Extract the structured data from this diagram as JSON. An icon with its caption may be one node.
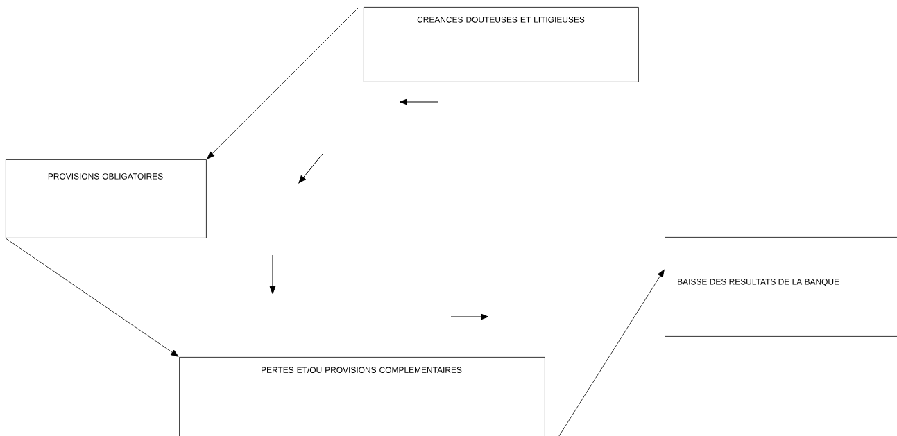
{
  "diagram": {
    "nodes": [
      {
        "text": [
          "CREANCES DOUTEUSES ET LITIGIEUSES"
        ]
      },
      {
        "text": [
          "PROVISIONS OBLIGATOIRES"
        ]
      },
      {
        "text": [
          "PERTES ET/OU PROVISIONS COMPLEMENTAIRES"
        ]
      },
      {
        "text": [
          "BAISSE DES RESULTATS DE LA BANQUE"
        ]
      }
    ],
    "edges": [
      {
        "from": 0,
        "to": 1,
        "arrow": "to"
      },
      {
        "from": 1,
        "to": 2,
        "arrow": "to"
      },
      {
        "from": 2,
        "to": 3,
        "arrow": "to"
      }
    ]
  }
}
